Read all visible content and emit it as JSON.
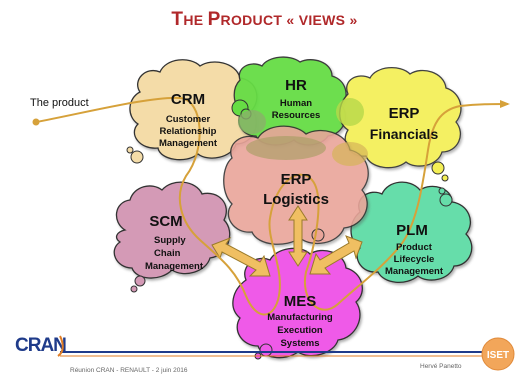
{
  "slide": {
    "title_first": "T",
    "title_rest": "HE ",
    "title_p": "P",
    "title_roduct": "RODUCT",
    "title_tail": " « VIEWS »",
    "the_product_label": "The product"
  },
  "clouds": {
    "crm": {
      "abbr": "CRM",
      "lines": [
        "Customer",
        "Relationship",
        "Management"
      ]
    },
    "hr": {
      "abbr": "HR",
      "lines": [
        "Human",
        "Resources"
      ]
    },
    "erp_fin": {
      "abbr": "ERP",
      "lines": [
        "Financials"
      ]
    },
    "erp_log": {
      "abbr": "ERP",
      "lines": [
        "Logistics"
      ]
    },
    "scm": {
      "abbr": "SCM",
      "lines": [
        "Supply",
        "Chain",
        "Management"
      ]
    },
    "plm": {
      "abbr": "PLM",
      "lines": [
        "Product",
        "Lifecycle",
        "Management"
      ]
    },
    "mes": {
      "abbr": "MES",
      "lines": [
        "Manufacturing",
        "Execution",
        "Systems"
      ]
    }
  },
  "footer": {
    "logo_left": "CRAN",
    "left_text": "Réunion CRAN - RENAULT - 2 juin 2016",
    "right_text": "Hervé Panetto",
    "logo_right": "ISET"
  },
  "colors": {
    "title": "#b0282a",
    "crm": "#f4dca8",
    "hr": "#66dd44",
    "erp_fin": "#f4ef55",
    "erp_log": "#e9a59a",
    "scm": "#d49ab6",
    "plm": "#66ddaa",
    "mes": "#ef5ae8",
    "arrow": "#f0bf62",
    "product_line": "#d6a13a"
  }
}
